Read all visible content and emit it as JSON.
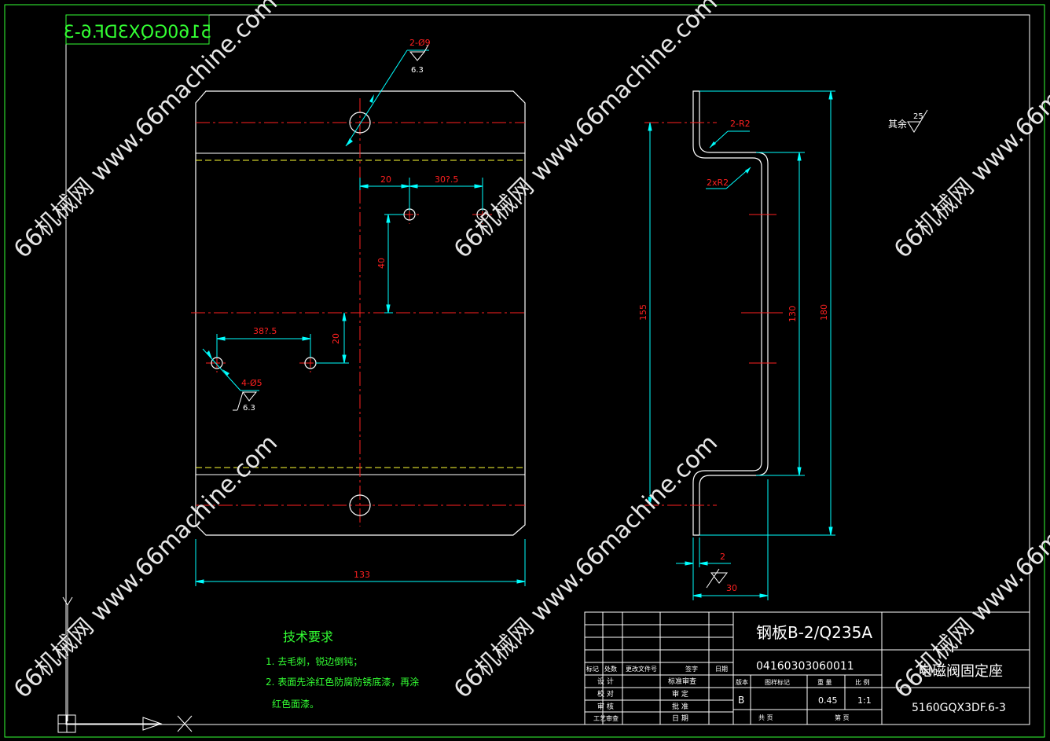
{
  "colors": {
    "background": "#000000",
    "outline": "#ffffff",
    "center_line": "#ff2020",
    "hidden_line": "#ffff33",
    "dimension": "#00ffff",
    "frame": "#33ff33",
    "text_green": "#33ff33",
    "text_white": "#ffffff",
    "roughness": "#ffffff"
  },
  "drawing_number_mirrored": "5160GQX3DF.6-3",
  "front_view": {
    "callout_top": {
      "label": "2-Ø9",
      "roughness": "6.3"
    },
    "callout_left": {
      "label": "4-Ø5",
      "roughness": "6.3"
    },
    "dims": {
      "horizontal_20": "20",
      "horizontal_37_5_top": "30?.5",
      "vertical_40": "40",
      "horizontal_37_5_left": "38?.5",
      "vertical_20": "20",
      "overall_width": "133"
    }
  },
  "side_view": {
    "radius_top": "2-R2",
    "radius_mid": "2xR2",
    "dims": {
      "height_155": "155",
      "height_130": "130",
      "height_180": "180",
      "thickness": "2",
      "depth": "30"
    }
  },
  "roughness_rest": {
    "label": "其余",
    "value": "25"
  },
  "tech_requirements": {
    "title": "技术要求",
    "lines": [
      "1. 去毛刺，锐边倒钝；",
      "2. 表面先涂红色防腐防锈底漆，再涂",
      "红色面漆。"
    ]
  },
  "title_block": {
    "material": "钢板B-2/Q235A",
    "part_code": "04160303060011",
    "part_name": "电磁阀固定座",
    "drawing_number": "5160GQX3DF.6-3",
    "row_headers": [
      "标记",
      "处数",
      "更改文件号",
      "签字",
      "日期"
    ],
    "left_labels": [
      "设 计",
      "校 对",
      "审 核",
      "工艺审查"
    ],
    "mid_labels": [
      "标准审查",
      "审 定",
      "批 准",
      "日 期"
    ],
    "stage_header": [
      "版本",
      "图样标记",
      "重 量",
      "比 例"
    ],
    "version": "B",
    "weight": "0.45",
    "scale": "1:1",
    "sheets_total_label": "共 页",
    "sheet_label": "第 页"
  },
  "watermark": {
    "text": "66机械网 www.66machine.com"
  }
}
